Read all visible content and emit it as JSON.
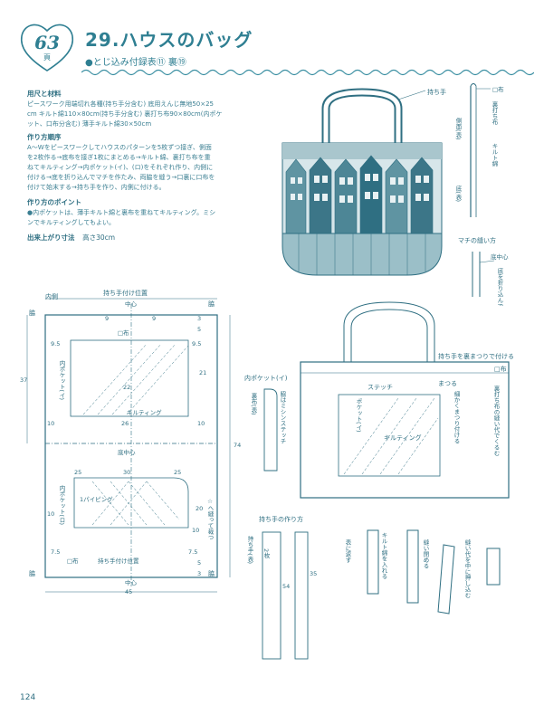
{
  "header": {
    "page_badge": "63",
    "page_badge_unit": "頁",
    "title": "29.ハウスのバッグ",
    "subtitle": "●とじ込み付録表⑪ 裏⑲"
  },
  "materials": {
    "heading": "用尺と材料",
    "lines": [
      "ピースワーク用端切れ各種(持ち手分含む) 底用えんじ無地50×25",
      "cm キルト綿110×80cm(持ち手分含む) 裏打ち布90×80cm(内ポケ",
      "ット、口布分含む) 薄手キルト綿30×50cm"
    ]
  },
  "steps": {
    "heading": "作り方順序",
    "lines": [
      "A～Wをピースワークしてハウスのパターンを5枚ずつ接ぎ、側面",
      "を2枚作る→底布を接ぎ1枚にまとめる→キルト綿、裏打ち布を重",
      "ねてキルティング→内ポケット(イ)、(ロ)をそれぞれ作り、内側に",
      "付ける→底を折り込んでマチを作たみ、両脇を縫う→口裏に口布を",
      "付けて始末する→持ち手を作り、内側に付ける。"
    ]
  },
  "points": {
    "heading": "作り方のポイント",
    "lines": [
      "●内ポケットは、薄手キルト綿と裏布を重ねてキルティング。ミシ",
      "ンでキルティングしてもよい。"
    ]
  },
  "size": {
    "heading": "出来上がり寸法",
    "value": "高さ30cm"
  },
  "diagram_main": {
    "inner": "内側",
    "handle_pos_top": "持ち手付け位置",
    "center_top": "中心",
    "waki_tl": "脇",
    "waki_tr": "脇",
    "waki_bl": "脇",
    "waki_br": "脇",
    "kuchinuno_top": "□布",
    "kuchinuno_bottom": "□布",
    "pocket_i_label": "内ポケット(イ)",
    "pocket_ro_label": "内ポケット(ロ)",
    "quilting": "キルティング",
    "piping": "1パイピング",
    "bottom_center": "底中心",
    "handle_pos_bottom": "持ち手付け位置",
    "center_bottom": "中心",
    "fold_note": "☆へ縫って裁つ",
    "d_9a": "9",
    "d_9b": "9",
    "d_3a": "3",
    "d_5a": "5",
    "d_95a": "9.5",
    "d_95b": "9.5",
    "d_21": "21",
    "d_37": "37",
    "d_22": "22",
    "d_26": "26",
    "d_10a": "10",
    "d_10b": "10",
    "d_74": "74",
    "d_25a": "25",
    "d_30": "30",
    "d_25b": "25",
    "d_20": "20",
    "d_10c": "10",
    "d_10d": "10",
    "d_75a": "7.5",
    "d_75b": "7.5",
    "d_5b": "5",
    "d_3b": "3",
    "d_45": "45"
  },
  "diagram_bag_photo": {
    "handle": "持ち手"
  },
  "diagram_side": {
    "kuchinuno": "□布",
    "uraate": "裏打ち布",
    "sokumen": "側面(表)",
    "kiruto": "キルト綿",
    "soko": "底(表)"
  },
  "diagram_gusset": {
    "title": "マチの縫い方",
    "bottom_center": "底中心",
    "note": "底を折り込んで脇を縫う"
  },
  "diagram_finished": {
    "handle_note": "持ち手を裏まつりで付ける",
    "kuchinuno": "□布",
    "stitch": "ステッチ",
    "matsuru": "まつる",
    "detail_note": "細かくまつり付ける",
    "pocket": "ポケット(イ)",
    "quilting": "キルティング",
    "seam_note": "裏打ち布の縫い代でくるむ",
    "pocket_detail_title": "内ポケット(イ)",
    "ura_nuno": "裏布(表)",
    "machine_stitch": "脇はミシンステッチ"
  },
  "diagram_handle": {
    "title": "持ち手の作り方",
    "handle_front": "持ち手(表)",
    "count": "2枚",
    "len": "54",
    "len2": "35",
    "note1": "表に返す",
    "note2": "キルト綿を入れる",
    "note3": "縫い閉める",
    "note4": "縫い代を中に押し込む"
  },
  "footer": {
    "page_number": "124"
  }
}
